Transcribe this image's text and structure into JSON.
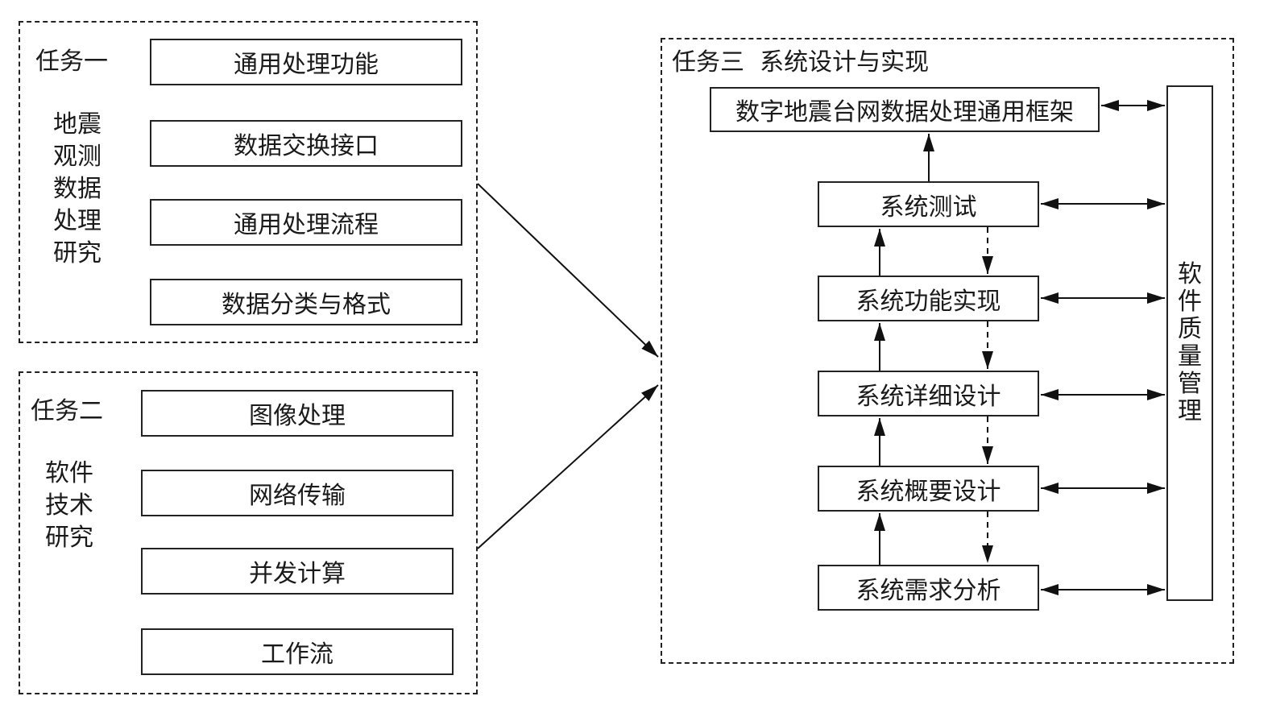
{
  "task1": {
    "title": "任务一",
    "side_label": "地震\n观测\n数据\n处理\n研究",
    "items": [
      "通用处理功能",
      "数据交换接口",
      "通用处理流程",
      "数据分类与格式"
    ]
  },
  "task2": {
    "title": "任务二",
    "side_label": "软件\n技术\n研究",
    "items": [
      "图像处理",
      "网络传输",
      "并发计算",
      "工作流"
    ]
  },
  "task3": {
    "title": "任务三  系统设计与实现",
    "framework": "数字地震台网数据处理通用框架",
    "stages": [
      "系统测试",
      "系统功能实现",
      "系统详细设计",
      "系统概要设计",
      "系统需求分析"
    ],
    "quality": "软件质量管理"
  }
}
